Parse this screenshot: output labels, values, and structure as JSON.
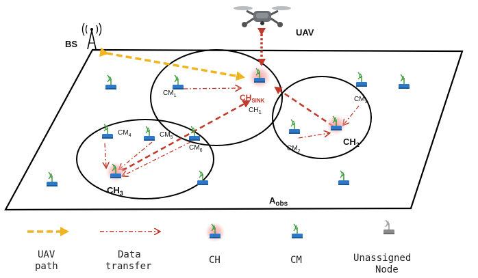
{
  "labels": {
    "bs": "BS",
    "uav": "UAV",
    "area_main": "A",
    "area_sub": "obs",
    "ch1": "CH",
    "ch1_sub": "1",
    "ch2": "CH",
    "ch2_sub": "2",
    "ch3": "CH",
    "ch3_sub": "3",
    "sink_main": "CH",
    "sink_sub": "SINK",
    "cm1": "CM",
    "cm1_sub": "1",
    "cm2": "CM",
    "cm2_sub": "2",
    "cm3": "CM",
    "cm3_sub": "3",
    "cm4": "CM",
    "cm4_sub": "4",
    "cm5": "CM",
    "cm5_sub": "5",
    "cm6": "CM",
    "cm6_sub": "6"
  },
  "legend": {
    "uav_path_1": "UAV",
    "uav_path_2": "path",
    "data_transfer_1": "Data",
    "data_transfer_2": "transfer",
    "ch": "CH",
    "cm": "CM",
    "unassigned_1": "Unassigned",
    "unassigned_2": "Node"
  },
  "colors": {
    "uav_path": "#f0b41e",
    "data_transfer": "#c0392b",
    "cm_node": "#2e78c7",
    "ch_glow": "#f5a0a0",
    "signal": "#3a9a3a",
    "unassigned": "#8a8a8a"
  }
}
